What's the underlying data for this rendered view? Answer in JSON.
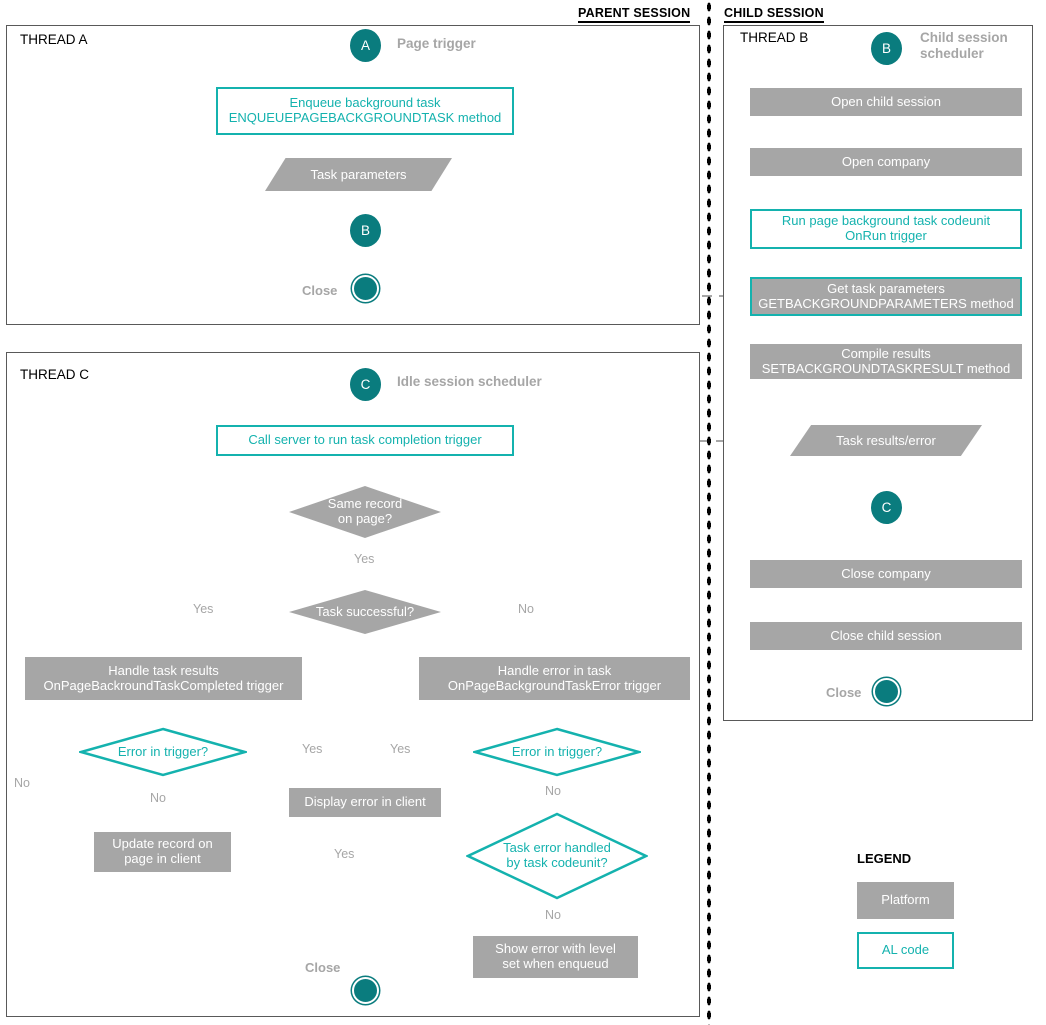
{
  "headers": {
    "parent_session": "PARENT SESSION",
    "child_session": "CHILD SESSION"
  },
  "threads": {
    "a": {
      "label": "THREAD A",
      "note": "Page trigger"
    },
    "b": {
      "label": "THREAD B",
      "note": "Child session\nscheduler"
    },
    "c": {
      "label": "THREAD C",
      "note": "Idle session scheduler"
    }
  },
  "thread_a": {
    "start_marker": "A",
    "enqueue_line1": "Enqueue background task",
    "enqueue_line2": "ENQUEUEPAGEBACKGROUNDTASK method",
    "task_parameters": "Task parameters",
    "connector_marker": "B",
    "close_label": "Close"
  },
  "thread_b": {
    "start_marker": "B",
    "open_child_session": "Open child session",
    "open_company": "Open company",
    "run_codeunit_line1": "Run page background task codeunit",
    "run_codeunit_line2": "OnRun trigger",
    "get_params_line1": "Get task parameters",
    "get_params_line2": "GETBACKGROUNDPARAMETERS method",
    "compile_line1": "Compile results",
    "compile_line2": "SETBACKGROUNDTASKRESULT method",
    "task_results": "Task results/error",
    "connector_marker": "C",
    "close_company": "Close company",
    "close_child_session": "Close child session",
    "close_label": "Close"
  },
  "thread_c": {
    "start_marker": "C",
    "call_server": "Call server to run task completion trigger",
    "same_record_line1": "Same record",
    "same_record_line2": "on page?",
    "task_successful": "Task successful?",
    "handle_results_line1": "Handle task results",
    "handle_results_line2": "OnPageBackroundTaskCompleted trigger",
    "handle_error_line1": "Handle error in task",
    "handle_error_line2": "OnPageBackgroundTaskError trigger",
    "error_in_trigger_left": "Error in trigger?",
    "error_in_trigger_right": "Error in trigger?",
    "display_error": "Display error in client",
    "update_record_line1": "Update record on",
    "update_record_line2": "page in client",
    "task_error_handled_line1": "Task error handled",
    "task_error_handled_line2": "by task codeunit?",
    "show_error_line1": "Show error with level",
    "show_error_line2": "set when enqueud",
    "close_label": "Close"
  },
  "edge_labels": {
    "same_record_no": "No",
    "same_record_yes": "Yes",
    "task_successful_yes": "Yes",
    "task_successful_no": "No",
    "err_left_yes": "Yes",
    "err_left_no": "No",
    "err_right_yes": "Yes",
    "err_right_no": "No",
    "handled_yes": "Yes",
    "handled_no": "No"
  },
  "legend": {
    "title": "LEGEND",
    "platform": "Platform",
    "al_code": "AL code"
  },
  "colors": {
    "teal_dark": "#0A7C7E",
    "teal_bright": "#14B2AE",
    "platform_grey": "#A6A6A6",
    "line_grey": "#A6A6A6",
    "panel_border": "#595959"
  }
}
